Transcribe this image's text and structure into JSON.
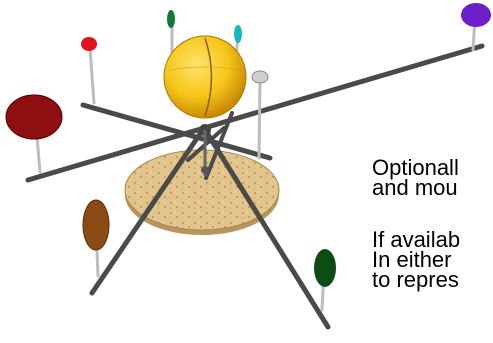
{
  "caption": {
    "lines": [
      "Optionall",
      "and mou",
      "If availab",
      "In either",
      "to repres"
    ]
  },
  "colors": {
    "sun": "#f5c518",
    "sun_shadow": "#d89a08",
    "base_disc": "#e3c48c",
    "rod": "#505050",
    "wire": "#c8c8c8",
    "planet_red_large": "#8e0f0f",
    "planet_red_small": "#e0141c",
    "planet_green_small": "#0f7a3a",
    "planet_cyan": "#18b7c2",
    "planet_grey": "#cfcfcf",
    "planet_purple": "#6a1fc8",
    "planet_brown": "#8b4a14",
    "planet_dark_green": "#0d4d14",
    "background": "#ffffff"
  },
  "icons": {
    "model": "orrery-icon"
  }
}
